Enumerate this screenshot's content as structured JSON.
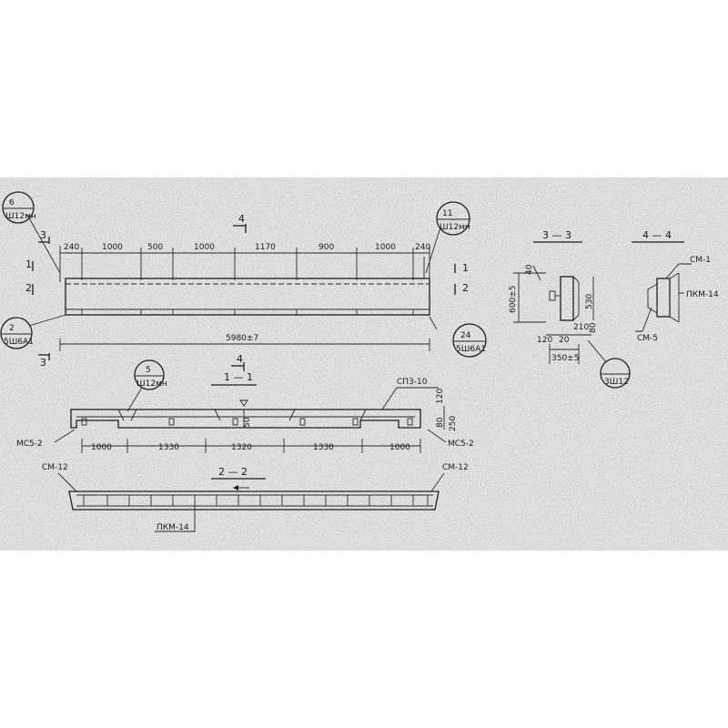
{
  "plan": {
    "dims_top": [
      "240",
      "1000",
      "500",
      "1000",
      "1170",
      "900",
      "1000",
      "240"
    ],
    "dim_total": "5980±7",
    "marks": {
      "three": "3",
      "one": "1",
      "two": "2",
      "four": "4"
    },
    "callouts": {
      "top_left_num": "6",
      "top_left_text": "Ш12мн",
      "bottom_left_num": "2",
      "bottom_left_text": "5Ш6А1",
      "top_right_num": "11",
      "top_right_text": "Ш12мн",
      "bottom_right_num": "24",
      "bottom_right_text": "5Ш6А1"
    }
  },
  "elevation": {
    "section_label": "1 — 1",
    "mark_top": "4",
    "dims": [
      "1000",
      "1330",
      "1320",
      "1330",
      "1000"
    ],
    "label_top_right": "СП3-10",
    "label_left": "МС5-2",
    "label_right": "МС5-2",
    "callout_num": "5",
    "callout_text": "Ш12мн",
    "side_dims": [
      "120",
      "80",
      "250"
    ],
    "center_dim": "50"
  },
  "section22": {
    "title": "2 — 2",
    "label_left": "СМ-12",
    "label_right": "СМ-12",
    "label_bottom": "ПКМ-14"
  },
  "section33": {
    "title": "3 — 3",
    "dims": {
      "height": "600±5",
      "top": "40",
      "inner": "530",
      "b1": "120",
      "b2": "20",
      "b3": "210",
      "bottom": "80",
      "width": "350±5"
    },
    "callout_text": "3Ш12"
  },
  "section44": {
    "title": "4 — 4",
    "labels": {
      "top": "СМ-1",
      "right": "ПКМ-14",
      "bottom": "СМ-5"
    }
  }
}
